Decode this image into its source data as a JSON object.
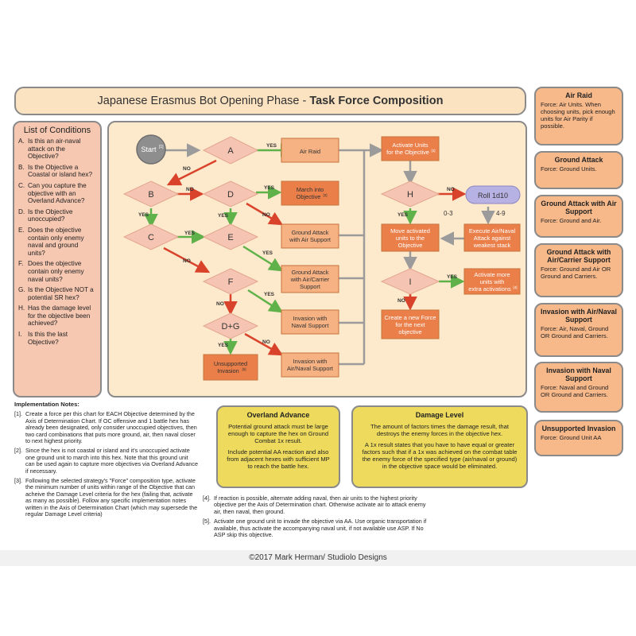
{
  "title": {
    "prefix": "Japanese Erasmus Bot Opening Phase - ",
    "bold": "Task Force Composition"
  },
  "conditions": {
    "title": "List of Conditions",
    "items": [
      {
        "k": "A.",
        "t": "Is this an air-naval attack on the Objective?"
      },
      {
        "k": "B.",
        "t": "Is the Objective a Coastal or island hex?"
      },
      {
        "k": "C.",
        "t": "Can you capture the objective with an Overland Advance?"
      },
      {
        "k": "D.",
        "t": "Is the Objective unoccupied?"
      },
      {
        "k": "E.",
        "t": "Does the objective contain only enemy naval and ground units?"
      },
      {
        "k": "F.",
        "t": "Does the objective contain only enemy naval units?"
      },
      {
        "k": "G.",
        "t": "Is the Objective NOT a potential SR hex?"
      },
      {
        "k": "H.",
        "t": "Has the damage level for the objective been achieved?"
      },
      {
        "k": "I.",
        "t": "Is this the last Objective?"
      }
    ]
  },
  "flow": {
    "start": "Start",
    "start_sup": "[1]",
    "diamonds": {
      "A": "A",
      "B": "B",
      "C": "C",
      "D": "D",
      "E": "E",
      "F": "F",
      "DG": "D+G",
      "H": "H",
      "I": "I"
    },
    "labels": {
      "yes": "YES",
      "no": "NO",
      "r1": "0-3",
      "r2": "4-9"
    },
    "boxes": {
      "air_raid": [
        "Air Raid"
      ],
      "march": [
        "March into",
        "Objective"
      ],
      "march_sup": "[2]",
      "ga_air": [
        "Ground Attack",
        "with Air Support"
      ],
      "ga_carrier": [
        "Ground Attack",
        "with Air/Carrier",
        "Support"
      ],
      "inv_naval": [
        "Invasion with",
        "Naval Support"
      ],
      "inv_airnaval": [
        "Invasion with",
        "Air/Naval Support"
      ],
      "unsupported": [
        "Unsupported",
        "Invasion"
      ],
      "unsupported_sup": "[5]",
      "activate": [
        "Activate Units",
        "for the Objective"
      ],
      "activate_sup": "[3]",
      "roll": "Roll 1d10",
      "move": [
        "Move activated",
        "units to the",
        "Objective"
      ],
      "execute": [
        "Execute Air/Naval",
        "Attack against",
        "weakest stack"
      ],
      "more": [
        "Activate more",
        "units with",
        "extra activations"
      ],
      "more_sup": "[4]",
      "new_force": [
        "Create a new Force",
        "for the next",
        "objective"
      ]
    }
  },
  "side_boxes": [
    {
      "title": "Air Raid",
      "body": "Force: Air Units. When choosing units, pick enough units for Air Parity if possible."
    },
    {
      "title": "Ground Attack",
      "body": "Force: Ground Units."
    },
    {
      "title": "Ground Attack with Air Support",
      "body": "Force: Ground and Air."
    },
    {
      "title": "Ground Attack with Air/Carrier Support",
      "body": "Force: Ground and Air OR Ground and Carriers."
    },
    {
      "title": "Invasion with Air/Naval Support",
      "body": "Force: Air, Naval, Ground OR Ground and Carriers."
    },
    {
      "title": "Invasion with Naval Support",
      "body": "Force: Naval and Ground OR Ground and Carriers."
    },
    {
      "title": "Unsupported Invasion",
      "body": "Force: Ground Unit AA"
    }
  ],
  "notes": {
    "title": "Implementation Notes:",
    "items": [
      {
        "k": "[1].",
        "t": "Create a force per this chart for EACH Objective determined by the Axis of Determination Chart. If OC offensive and 1 battle hex has already been designated, only consider unoccupied objectives, then two card combinations that puts more ground, air, then naval closer to next highest priority."
      },
      {
        "k": "[2].",
        "t": "Since the hex is not coastal or island and it's unoccupied activate one ground unit to march into this hex. Note that this ground unit can be used again to capture more objectives via Overland Advance if necessary."
      },
      {
        "k": "[3].",
        "t": "Following the selected strategy's \"Force\" composition type, activate the minimum number of units within range of the Objective that can acheive the Damage Level criteria for the hex (failing that, activate as many as possible). Follow any specific implementation notes written in the Axis of Determination Chart (which may supersede the regular Damage Level criteria)"
      },
      {
        "k": "[4].",
        "t": "If reaction is possible, alternate adding naval, then air units to the highest priority objective per the Axis of Determination chart. Otherwise activate air to attack enemy air, then naval, then ground."
      },
      {
        "k": "[5].",
        "t": "Activate one ground unit to invade the objective via AA. Use organic transportation if available, thus activate the accompanying naval unit, if not available use ASP. If No ASP skip this objective."
      }
    ]
  },
  "overland": {
    "title": "Overland Advance",
    "p1": "Potential ground attack must be large enough to capture the hex on Ground Combat 1x result.",
    "p2": "Include potential AA reaction and also from adjacent hexes with sufficient MP to reach the battle hex."
  },
  "damage": {
    "title": "Damage Level",
    "p1": "The amount of factors times the damage result, that destroys the enemy forces in the objective hex.",
    "p2": "A 1x result states that you have to have equal or greater factors such that if a 1x was achieved on the combat table the enemy force of the specified type (air/naval or ground) in the objective space would be eliminated."
  },
  "footer": "©2017 Mark Herman/ Studiolo Designs"
}
